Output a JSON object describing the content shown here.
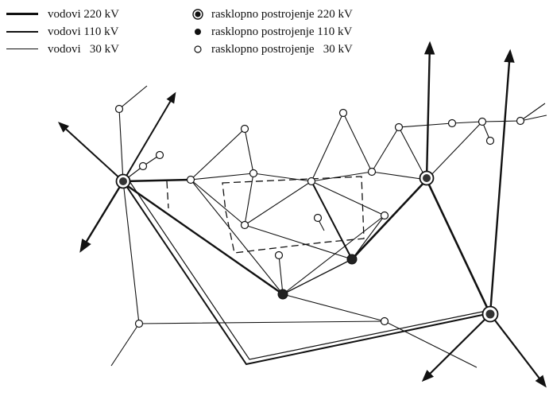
{
  "legend": {
    "lines": [
      {
        "label": "vodovi 220 kV",
        "level": "220"
      },
      {
        "label": "vodovi 110 kV",
        "level": "110"
      },
      {
        "label": "vodovi   30 kV",
        "level": "30"
      }
    ],
    "stations": [
      {
        "label": "rasklopno postrojenje 220 kV",
        "level": "220"
      },
      {
        "label": "rasklopno postrojenje 110 kV",
        "level": "110"
      },
      {
        "label": "rasklopno postrojenje   30 kV",
        "level": "30"
      }
    ]
  },
  "colors": {
    "ink": "#111111",
    "background": "#ffffff"
  }
}
